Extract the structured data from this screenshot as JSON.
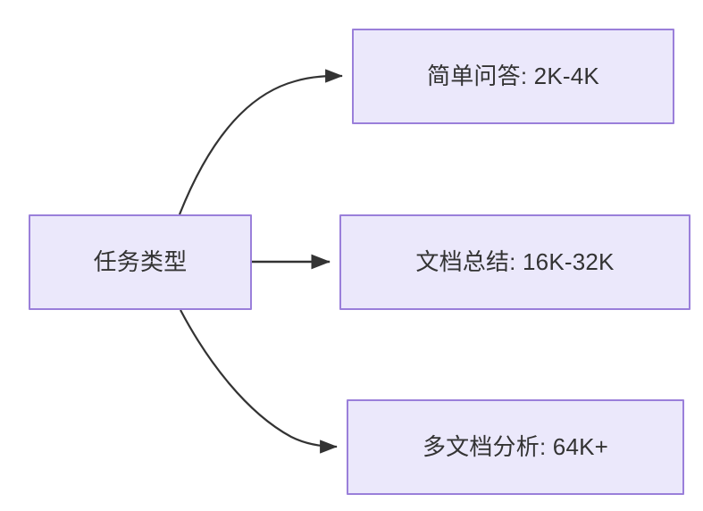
{
  "diagram": {
    "type": "flowchart",
    "direction": "left-to-right",
    "background_color": "#ffffff",
    "node_fill_color": "#ebe8fb",
    "node_border_color": "#9a7fda",
    "node_text_color": "#333333",
    "edge_color": "#333333",
    "root": {
      "id": "task-type",
      "label": "任务类型"
    },
    "nodes": [
      {
        "id": "simple-qa",
        "label": "简单问答: 2K-4K",
        "task": "简单问答",
        "context_length": "2K-4K"
      },
      {
        "id": "doc-summary",
        "label": "文档总结: 16K-32K",
        "task": "文档总结",
        "context_length": "16K-32K"
      },
      {
        "id": "multi-doc",
        "label": "多文档分析: 64K+",
        "task": "多文档分析",
        "context_length": "64K+"
      }
    ],
    "edges": [
      {
        "id": "edge-root-to-simple-qa",
        "from": "task-type",
        "to": "simple-qa",
        "style": "curved",
        "arrowhead": "filled-triangle"
      },
      {
        "id": "edge-root-to-doc-summary",
        "from": "task-type",
        "to": "doc-summary",
        "style": "straight",
        "arrowhead": "filled-triangle"
      },
      {
        "id": "edge-root-to-multi-doc",
        "from": "task-type",
        "to": "multi-doc",
        "style": "curved",
        "arrowhead": "filled-triangle"
      }
    ]
  }
}
